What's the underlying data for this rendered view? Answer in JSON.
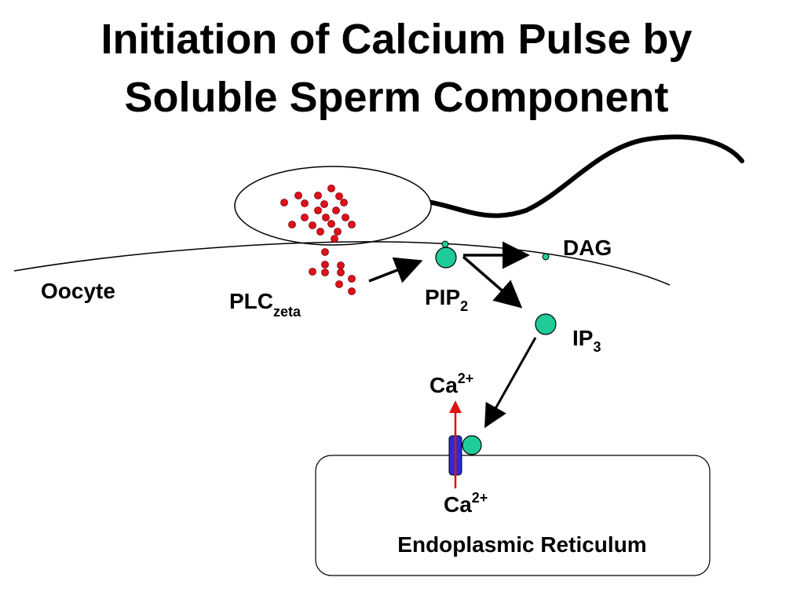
{
  "title": {
    "line1": "Initiation of Calcium Pulse by",
    "line2": "Soluble Sperm Component"
  },
  "labels": {
    "oocyte": "Oocyte",
    "plc_base": "PLC",
    "plc_sub": "zeta",
    "pip_base": "PIP",
    "pip_sub": "2",
    "dag": "DAG",
    "ip_base": "IP",
    "ip_sub": "3",
    "ca_top_base": "Ca",
    "ca_top_sup": "2+",
    "ca_bottom_base": "Ca",
    "ca_bottom_sup": "2+",
    "er": "Endoplasmic Reticulum"
  },
  "colors": {
    "plc_dot": "#e0101a",
    "molecule": "#1fcc99",
    "channel": "#2a2ad8",
    "ca_arrow": "#e01010",
    "line": "#000000"
  }
}
